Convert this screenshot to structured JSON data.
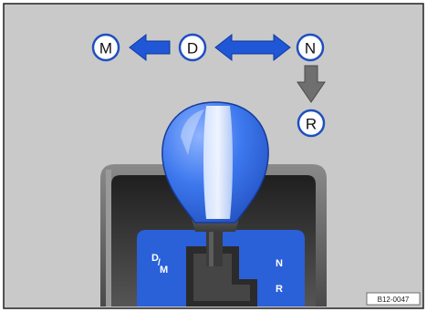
{
  "shift_pattern": {
    "positions": [
      {
        "id": "M",
        "label": "M"
      },
      {
        "id": "D",
        "label": "D"
      },
      {
        "id": "N",
        "label": "N"
      },
      {
        "id": "R",
        "label": "R"
      }
    ]
  },
  "gate_labels": {
    "left_top": "D",
    "left_bottom": "M",
    "right_top": "N",
    "right_bottom": "R"
  },
  "figure_code": "B12-0047",
  "colors": {
    "background": "#c9c9c9",
    "arrow_blue": "#1f57d6",
    "arrow_gray": "#6f6f6f",
    "knob_blue": "#2f6be8",
    "gate_blue": "#2a60d8"
  },
  "icons": {
    "arrow_left": "arrow-left-icon",
    "arrow_double": "double-arrow-icon",
    "arrow_down": "arrow-down-icon"
  }
}
